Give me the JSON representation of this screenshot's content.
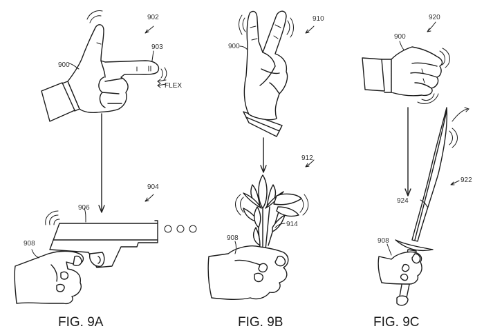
{
  "figure": {
    "panels": [
      {
        "id": "9A",
        "caption": "FIG. 9A",
        "gesture_label": "902",
        "hand_label": "900",
        "finger_label": "903",
        "motion_text": "FLEX",
        "object_label": "904",
        "object_part_label": "906",
        "holding_hand_label": "908",
        "gesture": "finger-gun",
        "object": "pistol",
        "projectiles": "o o o"
      },
      {
        "id": "9B",
        "caption": "FIG. 9B",
        "gesture_label": "910",
        "hand_label": "900",
        "object_label": "912",
        "object_part_label": "914",
        "holding_hand_label": "908",
        "gesture": "peace-sign",
        "object": "flower-bouquet"
      },
      {
        "id": "9C",
        "caption": "FIG. 9C",
        "gesture_label": "920",
        "hand_label": "900",
        "object_label": "922",
        "object_part_label": "924",
        "holding_hand_label": "908",
        "gesture": "fist",
        "object": "sword"
      }
    ],
    "colors": {
      "line": "#1a1a1a",
      "background": "#ffffff",
      "label": "#333333"
    }
  }
}
